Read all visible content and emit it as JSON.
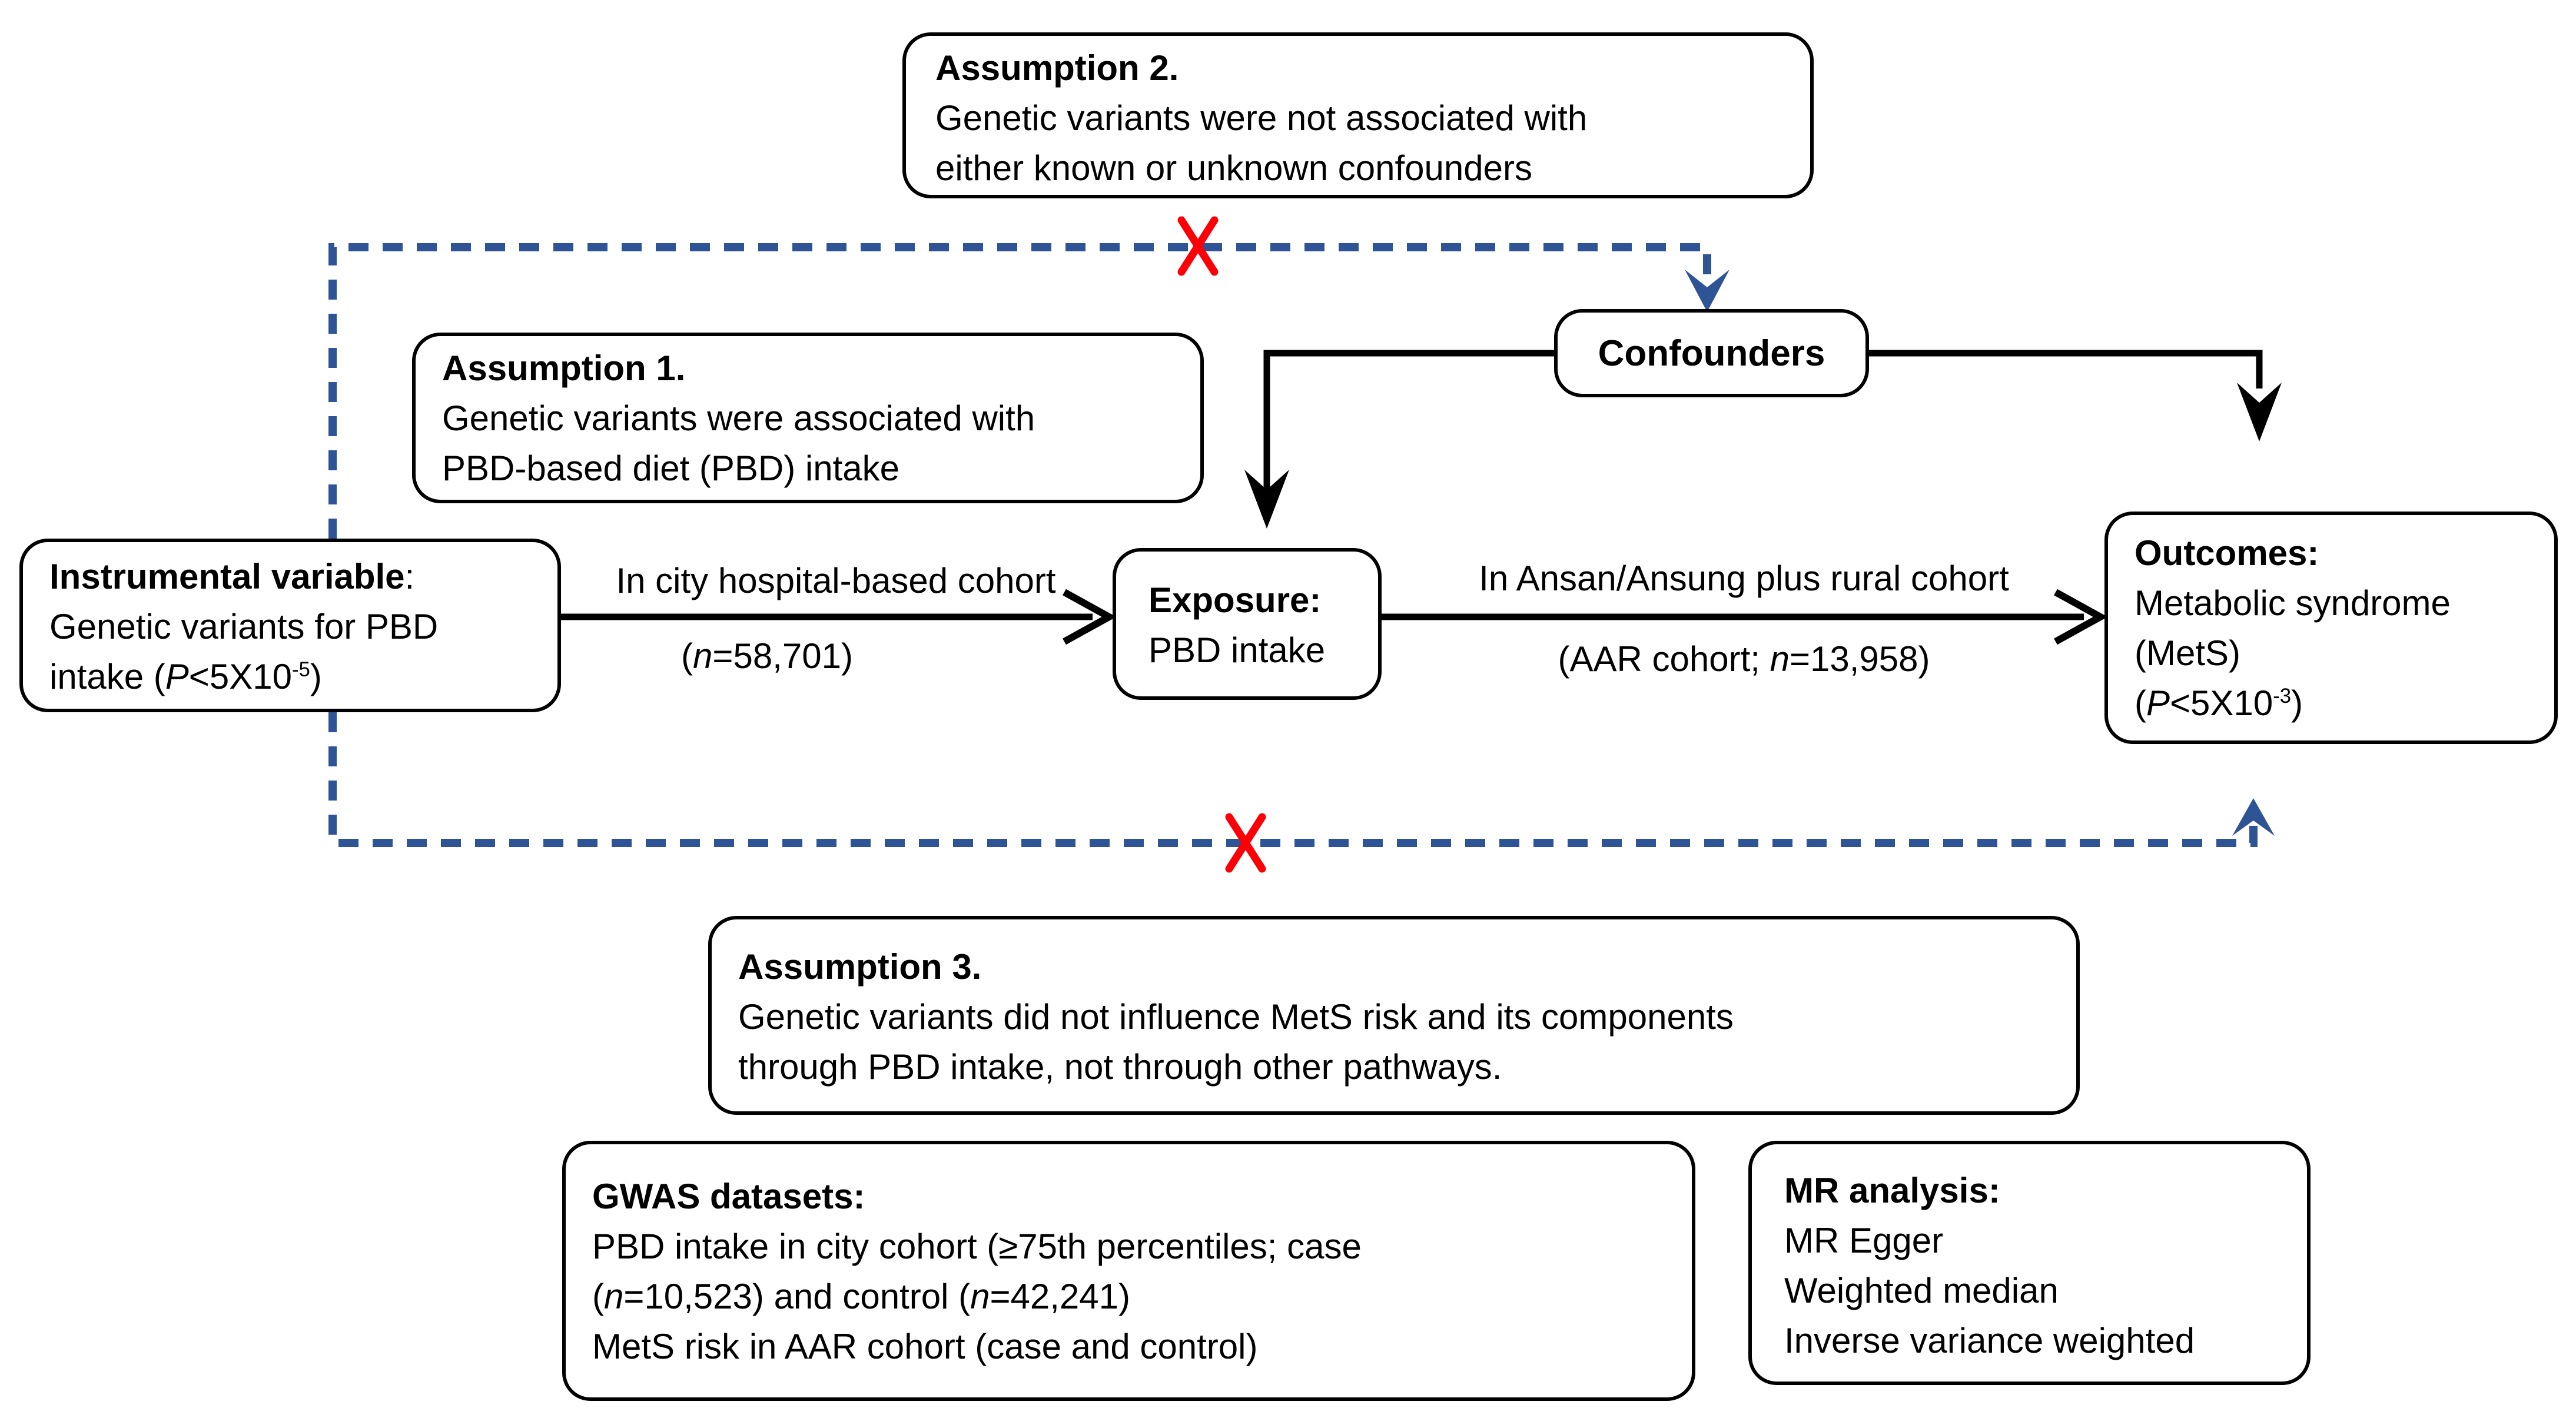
{
  "assumption2": {
    "title": "Assumption 2.",
    "line1": "Genetic variants were not associated with",
    "line2": "either known or unknown confounders"
  },
  "assumption1": {
    "title": "Assumption 1.",
    "line1": "Genetic variants were  associated with",
    "line2": "PBD-based diet (PBD) intake"
  },
  "confounders": {
    "label": "Confounders"
  },
  "instrumental": {
    "title": "Instrumental variable",
    "colon": ":",
    "line2": "Genetic variants for PBD",
    "line3_a": "intake (",
    "line3_p": "P",
    "line3_b": "<5X10",
    "line3_sup": "-5",
    "line3_c": ")"
  },
  "exposure": {
    "title": "Exposure:",
    "line2": "PBD intake"
  },
  "outcomes": {
    "title": "Outcomes:",
    "line2": "Metabolic syndrome",
    "line3": "(MetS)",
    "line4_a": "(",
    "line4_p": "P",
    "line4_b": "<5X10",
    "line4_sup": "-3",
    "line4_c": ")"
  },
  "arrow1": {
    "label_top": "In city hospital-based cohort",
    "label_bottom_a": "(",
    "label_bottom_n": "n",
    "label_bottom_b": "=58,701)"
  },
  "arrow2": {
    "label_top": "In Ansan/Ansung plus rural cohort",
    "label_bottom_a": "(AAR cohort; ",
    "label_bottom_n": "n",
    "label_bottom_b": "=13,958)"
  },
  "assumption3": {
    "title": "Assumption 3.",
    "line1": "Genetic variants did not influence MetS risk and its components",
    "line2": "through PBD intake, not through other pathways."
  },
  "gwas": {
    "title": "GWAS datasets:",
    "line1": "PBD intake in city cohort (≥75th percentiles; case",
    "line2_a": "(",
    "line2_n1": "n",
    "line2_b": "=10,523) and control (",
    "line2_n2": "n",
    "line2_c": "=42,241)",
    "line3": "MetS risk in AAR cohort (case and  control)"
  },
  "mranalysis": {
    "title": "MR analysis:",
    "line1": "MR Egger",
    "line2": "Weighted median",
    "line3": "Inverse variance weighted"
  },
  "colors": {
    "line_blue": "#2e5496",
    "cross_red": "#fb0007",
    "box_border": "#000000",
    "background": "#ffffff"
  }
}
